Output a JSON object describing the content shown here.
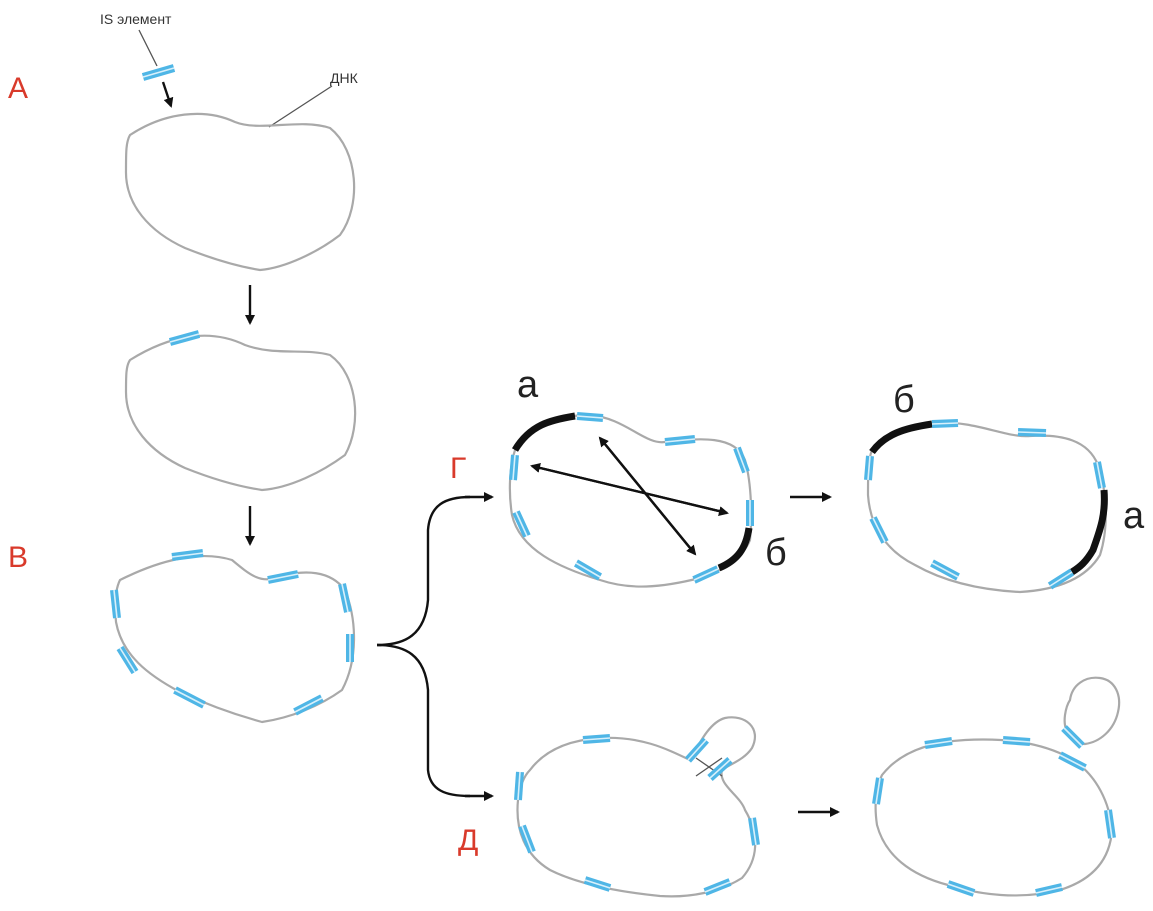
{
  "labels": {
    "is_element": "IS элемент",
    "dna": "ДНК",
    "step_a": "А",
    "step_v": "В",
    "step_g": "Г",
    "step_d": "Д",
    "segment_a": "а",
    "segment_b": "б"
  },
  "colors": {
    "step_label": "#d93a2b",
    "is_element": "#4fb6e6",
    "dna_strand": "#a9a9a9",
    "segment": "#111111"
  }
}
